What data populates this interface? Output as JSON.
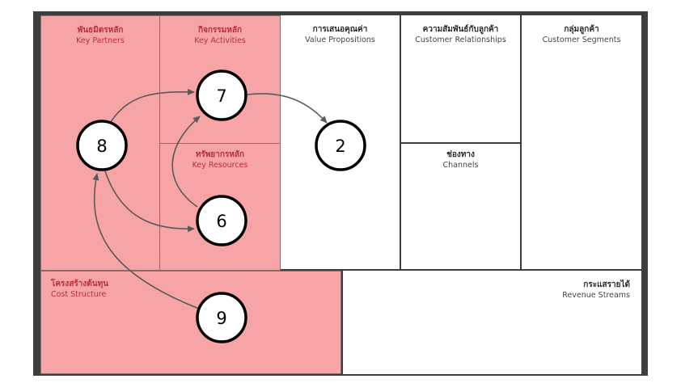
{
  "blocks": {
    "key_partners": {
      "th": "พันธมิตรหลัก",
      "en": "Key Partners"
    },
    "key_activities": {
      "th": "กิจกรรมหลัก",
      "en": "Key Activities"
    },
    "key_resources": {
      "th": "ทรัพยากรหลัก",
      "en": "Key Resources"
    },
    "value_propositions": {
      "th": "การเสนอคุณค่า",
      "en": "Value Propositions"
    },
    "customer_relationships": {
      "th": "ความสัมพันธ์กับลูกค้า",
      "en": "Customer Relationships"
    },
    "channels": {
      "th": "ช่องทาง",
      "en": "Channels"
    },
    "customer_segments": {
      "th": "กลุ่มลูกค้า",
      "en": "Customer Segments"
    },
    "cost_structure": {
      "th": "โครงสร้างต้นทุน",
      "en": "Cost Structure"
    },
    "revenue_streams": {
      "th": "กระแสรายได้",
      "en": "Revenue Streams"
    }
  },
  "nodes": {
    "n7": "7",
    "n2": "2",
    "n8": "8",
    "n6": "6",
    "n9": "9"
  },
  "colors": {
    "highlight": "#f7a4a6",
    "highlight_text": "#b4323a",
    "frame": "#3d3d3d",
    "arrow": "#5a5a5a"
  }
}
